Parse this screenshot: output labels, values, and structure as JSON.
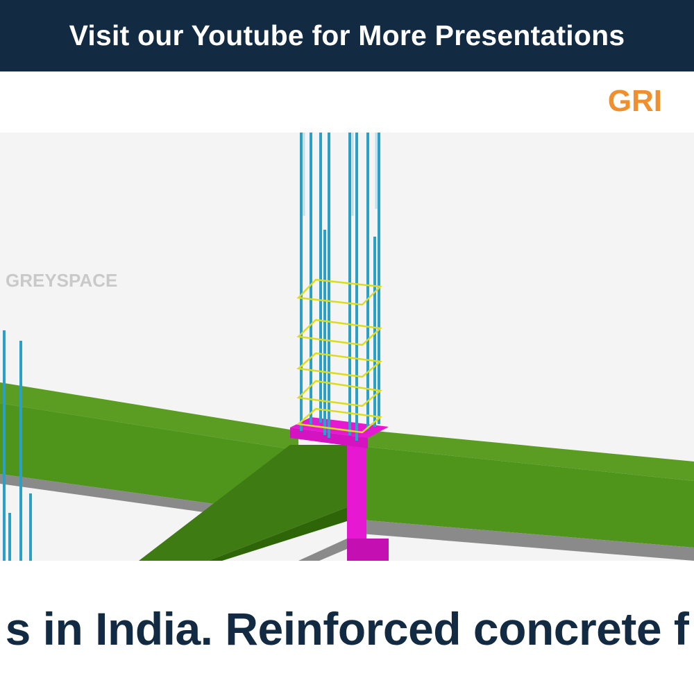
{
  "banner": {
    "text": "Visit our Youtube for More Presentations"
  },
  "logo": {
    "text": "GRI"
  },
  "scene": {
    "watermark": "GREYSPACE",
    "colors": {
      "beam_top": "#4f951c",
      "beam_side": "#3e7c13",
      "beam_dark": "#2f6509",
      "slab": "#8a8a8a",
      "column": "#e718d2",
      "rebar": "#2a9fc8",
      "stirrup": "#dcdc1e",
      "background": "#f4f4f4"
    },
    "icons": [
      "rebar-cage",
      "concrete-column",
      "concrete-beam",
      "concrete-slab"
    ]
  },
  "caption": {
    "text": "s in India. Reinforced concrete f"
  }
}
